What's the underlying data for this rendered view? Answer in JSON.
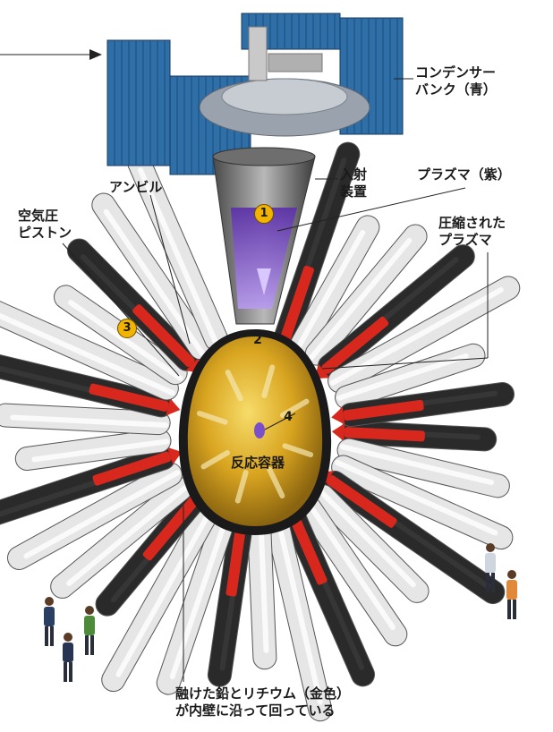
{
  "labels": {
    "capacitor_bank": [
      "コンデンサー",
      "バンク（青）"
    ],
    "injector": [
      "入射",
      "装置"
    ],
    "plasma": "プラズマ（紫）",
    "anvil": "アンビル",
    "air_piston": [
      "空気圧",
      "ピストン"
    ],
    "compressed_plasma": [
      "圧縮された",
      "プラズマ"
    ],
    "vessel": "反応容器",
    "molten_metal": [
      "融けた鉛とリチウム（金色）",
      "が内壁に沿って回っている"
    ]
  },
  "markers": {
    "m1": "1",
    "m2": "2",
    "m3": "3",
    "m4": "4"
  },
  "colors": {
    "capacitor_blue": "#2f6fa8",
    "plasma_purple": "#7b4fc9",
    "vessel_gold": "#d9a520",
    "piston_red": "#d8281e",
    "piston_white": "#e6e6e6",
    "marker_gold": "#f2b400"
  }
}
